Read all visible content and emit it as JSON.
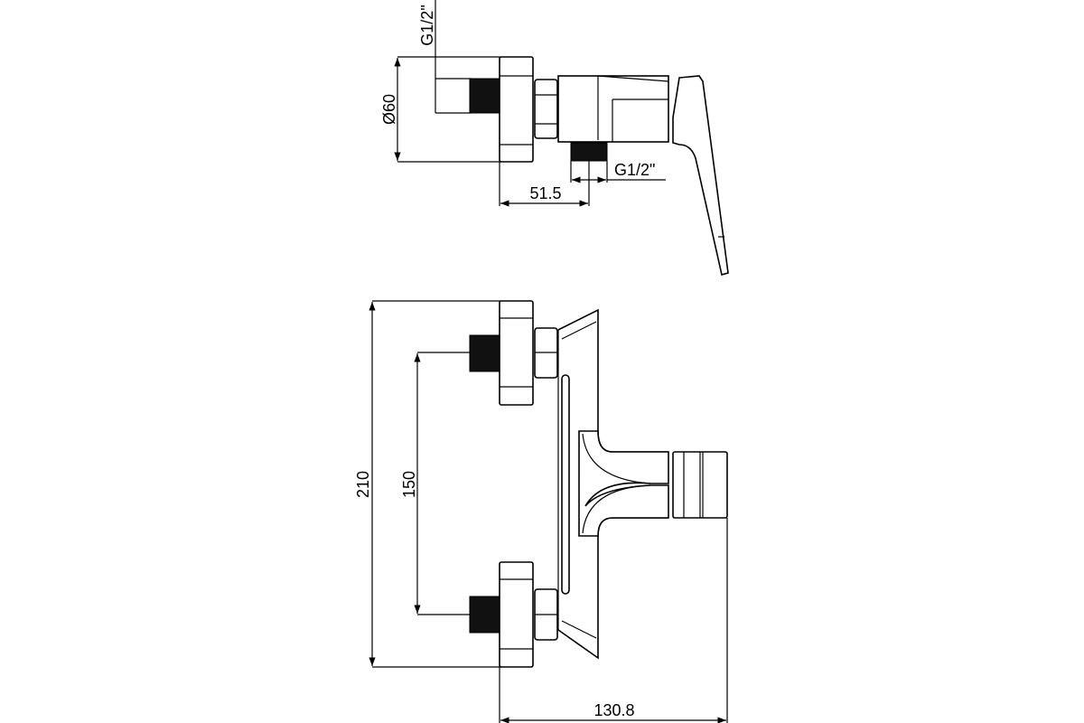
{
  "drawing": {
    "side_view": {
      "dimensions": {
        "diameter": "Ø60",
        "inlet_thread": "G1/2\"",
        "outlet_thread": "G1/2\"",
        "outlet_offset": "51.5"
      }
    },
    "front_view": {
      "dimensions": {
        "overall_height": "210",
        "inlet_spacing": "150",
        "overall_depth": "130.8"
      }
    }
  }
}
